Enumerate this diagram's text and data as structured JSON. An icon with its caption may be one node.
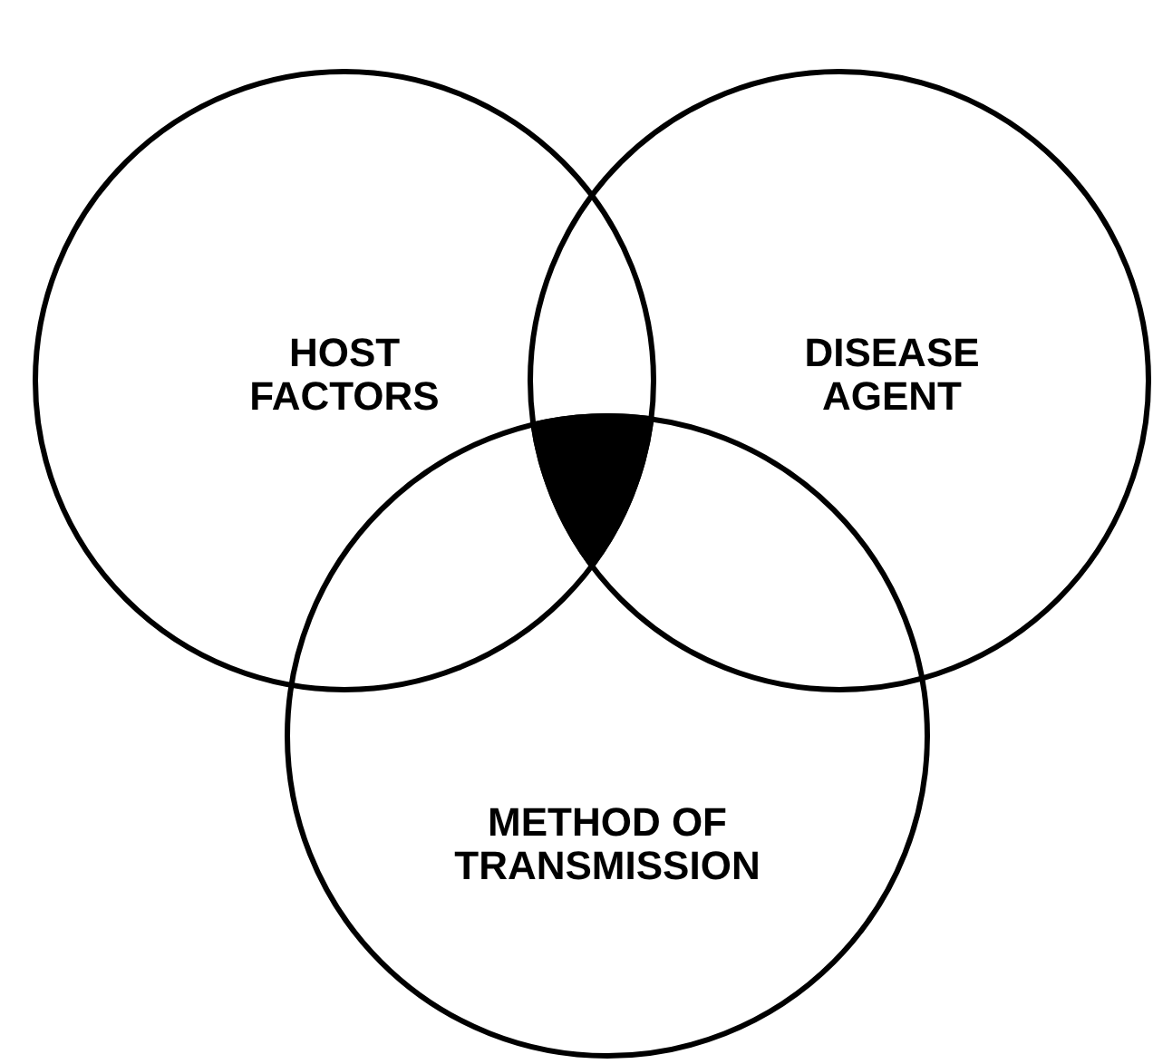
{
  "diagram": {
    "nodes": [
      {
        "text": [
          "HOST FACTORS"
        ]
      },
      {
        "text": [
          "DISEASE AGENT"
        ]
      },
      {
        "text": [
          "METHOD OF TRANSMISSION"
        ]
      },
      {
        "text": [],
        "shape": "triangle"
      }
    ]
  }
}
